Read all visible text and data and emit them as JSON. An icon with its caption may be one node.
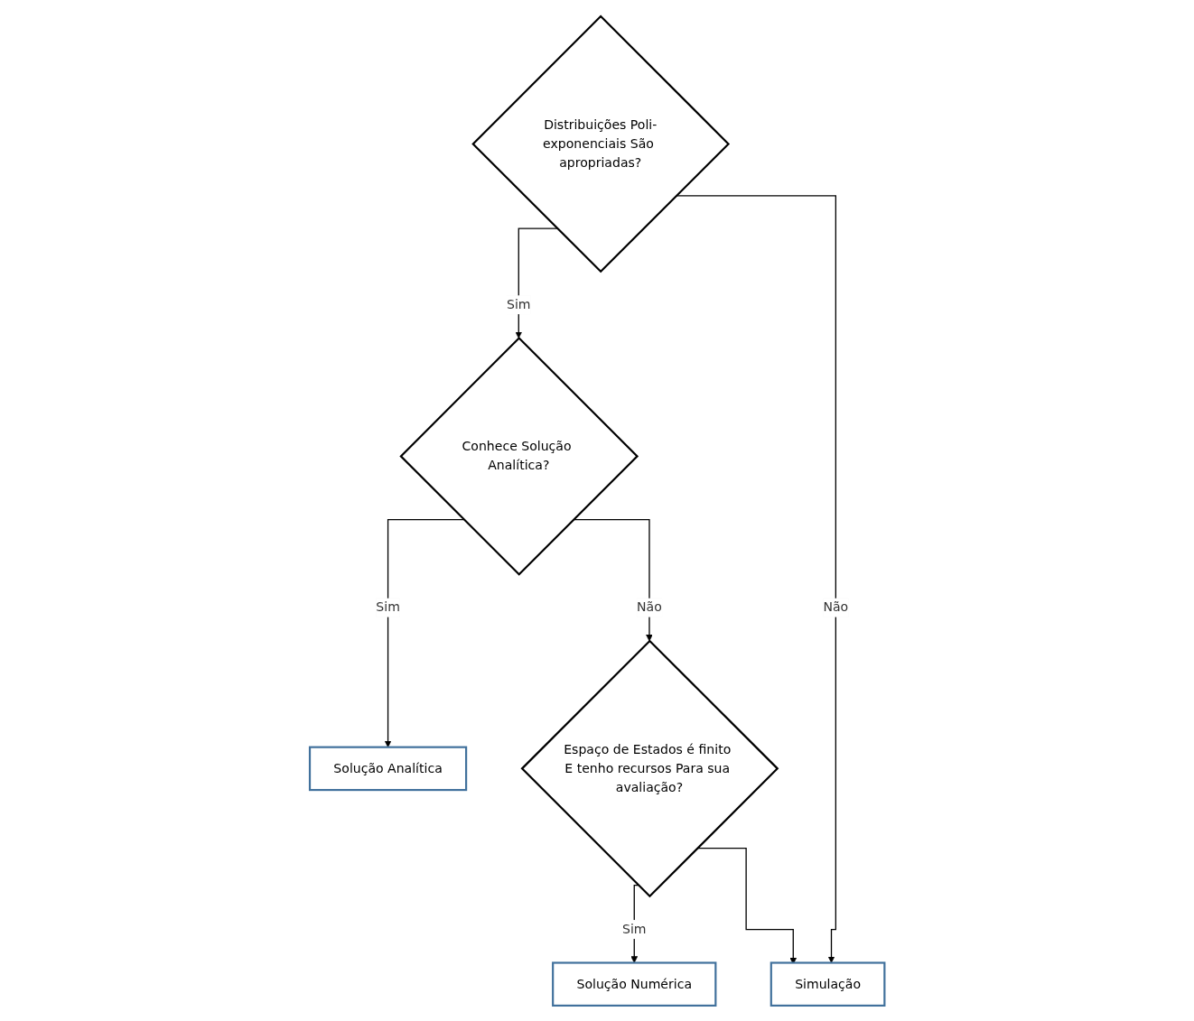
{
  "diagram": {
    "nodes": [
      {
        "text": [
          "Distribuições Poli-exponenciais São apropriadas?"
        ]
      },
      {
        "text": [
          "Conhece Solução Analítica?"
        ]
      },
      {
        "text": [
          "Solução Analítica"
        ]
      },
      {
        "text": [
          "Espaço de Estados é finito E tenho recursos Para sua avaliação?"
        ]
      },
      {
        "text": [
          "Simulação"
        ]
      },
      {
        "text": [
          "Solução Numérica"
        ]
      }
    ],
    "edges": [
      {
        "from": 0,
        "to": 1,
        "arrow": "to",
        "label": "Sim"
      },
      {
        "from": 0,
        "to": 4,
        "arrow": "to",
        "label": "Não"
      },
      {
        "from": 1,
        "to": 2,
        "arrow": "to",
        "label": "Sim"
      },
      {
        "from": 1,
        "to": 3,
        "arrow": "to",
        "label": "Não"
      },
      {
        "from": 3,
        "to": 5,
        "arrow": "to",
        "label": "Sim"
      },
      {
        "from": 3,
        "to": 4,
        "arrow": "to"
      }
    ]
  }
}
